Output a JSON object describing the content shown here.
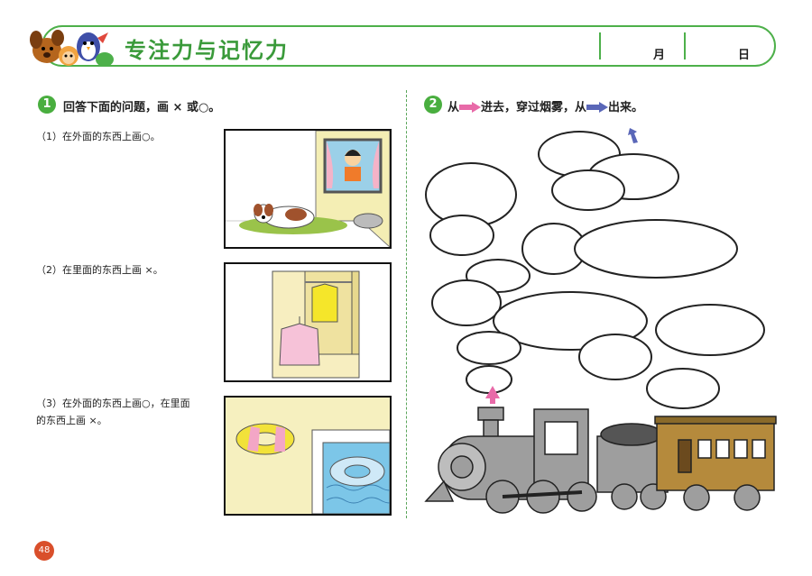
{
  "header": {
    "title": "专注力与记忆力",
    "month_label": "月",
    "day_label": "日"
  },
  "q1": {
    "number": "1",
    "text": "回答下面的问题，画 × 或○。",
    "items": [
      {
        "text": "（1）在外面的东西上画○。"
      },
      {
        "text": "（2）在里面的东西上画 ×。"
      },
      {
        "text_line1": "（3）在外面的东西上画○，在里面",
        "text_line2": "的东西上画 ×。"
      }
    ]
  },
  "q2": {
    "number": "2",
    "text_part1": "从",
    "text_part2": "进去，穿过烟雾，从",
    "text_part3": "出来。"
  },
  "colors": {
    "accent_green": "#49ae3f",
    "enter_arrow": "#e86aa8",
    "exit_arrow": "#5a67b8",
    "page_badge": "#d94f2b"
  },
  "page_number": "48"
}
